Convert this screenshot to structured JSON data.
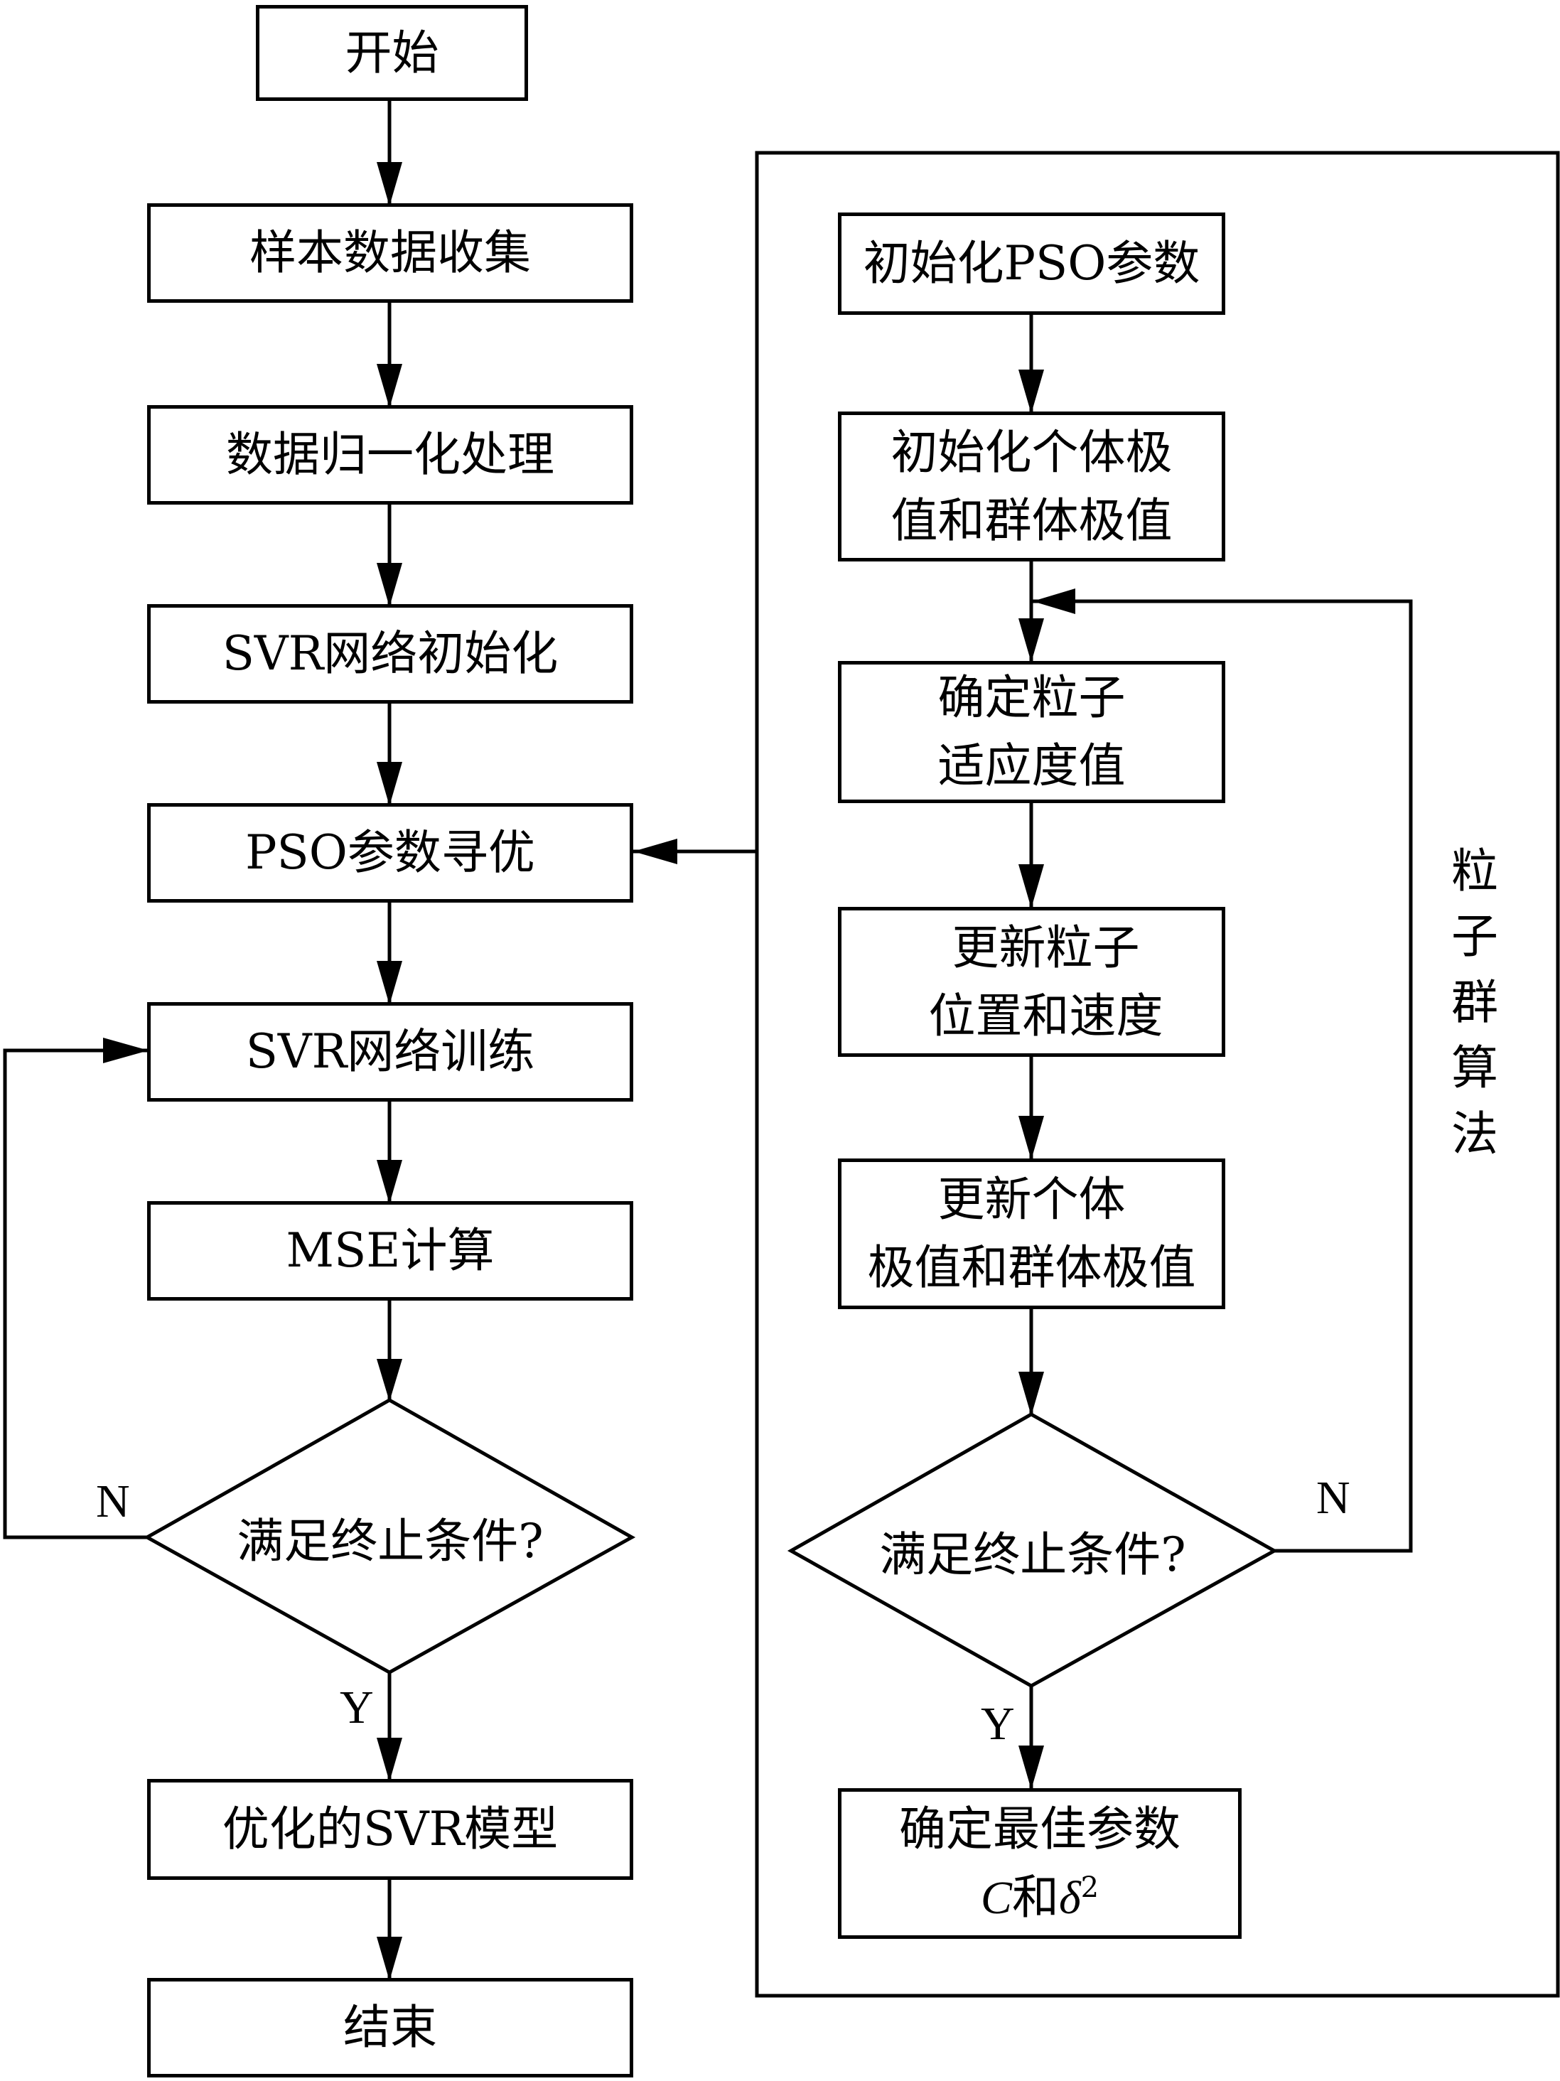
{
  "main_flow": {
    "start": "开始",
    "collect": "样本数据收集",
    "normalize": "数据归一化处理",
    "svr_init": "SVR网络初始化",
    "pso_opt": "PSO参数寻优",
    "svr_train": "SVR网络训练",
    "mse": "MSE计算",
    "decision": "满足终止条件?",
    "decision_no": "N",
    "decision_yes": "Y",
    "optimized": "优化的SVR模型",
    "end": "结束"
  },
  "pso_flow": {
    "group_label": "粒子群算法",
    "group_label_chars": [
      "粒",
      "子",
      "群",
      "算",
      "法"
    ],
    "init_params": "初始化PSO参数",
    "init_extrema_line1": "初始化个体极",
    "init_extrema_line2": "值和群体极值",
    "fitness_line1": "确定粒子",
    "fitness_line2": "适应度值",
    "update_pos_line1": "更新粒子",
    "update_pos_line2": "位置和速度",
    "update_ext_line1": "更新个体",
    "update_ext_line2": "极值和群体极值",
    "decision": "满足终止条件?",
    "decision_no": "N",
    "decision_yes": "Y",
    "best_line1": "确定最佳参数",
    "best_c": "C",
    "best_and": "和",
    "best_delta": "δ",
    "best_exp": "2"
  }
}
